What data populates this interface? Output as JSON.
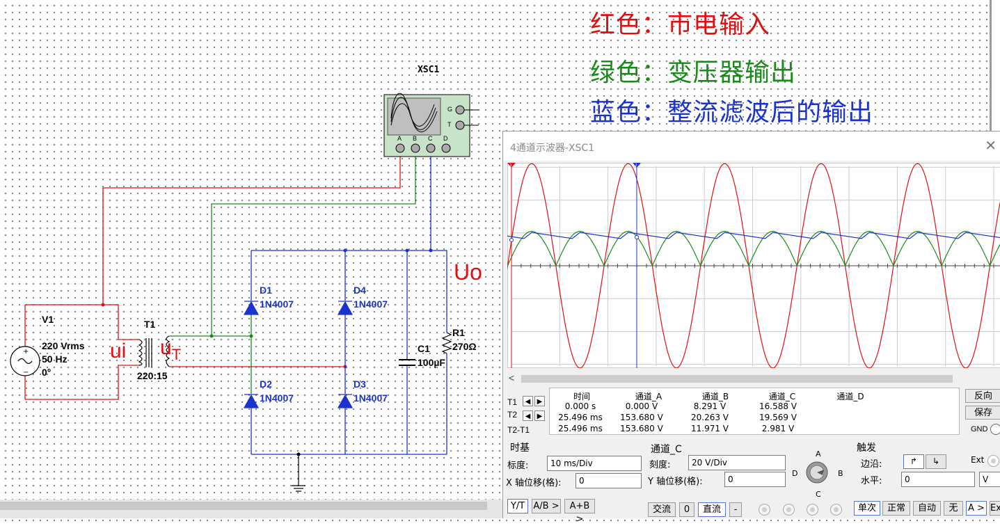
{
  "legend": {
    "red": "红色：市电输入",
    "green": "绿色：变压器输出",
    "blue": "蓝色：整流滤波后的输出",
    "red_color": "#e01010",
    "green_color": "#1a8a1a",
    "blue_color": "#1a33cc"
  },
  "schematic": {
    "scope_ref": "XSC1",
    "scope_ports": [
      "A",
      "B",
      "C",
      "D"
    ],
    "scope_side_ports": [
      "G",
      "T"
    ],
    "source": {
      "ref": "V1",
      "value": "220 Vrms",
      "freq": "50 Hz",
      "phase": "0°"
    },
    "transformer": {
      "ref": "T1",
      "ratio": "220:15"
    },
    "diodes": [
      {
        "ref": "D1",
        "part": "1N4007"
      },
      {
        "ref": "D4",
        "part": "1N4007"
      },
      {
        "ref": "D2",
        "part": "1N4007"
      },
      {
        "ref": "D3",
        "part": "1N4007"
      }
    ],
    "capacitor": {
      "ref": "C1",
      "value": "100µF"
    },
    "resistor": {
      "ref": "R1",
      "value": "270Ω"
    },
    "label_ui": "ui",
    "label_ut_main": "u",
    "label_ut_sub": "T",
    "label_uo": "Uo"
  },
  "scope": {
    "title": "4通道示波器-XSC1",
    "close_icon": "close-icon",
    "cursor_markers": [
      "1",
      "2"
    ],
    "table": {
      "headers": [
        "时间",
        "通道_A",
        "通道_B",
        "通道_C",
        "通道_D"
      ],
      "row_labels": [
        "T1",
        "T2",
        "T2-T1"
      ],
      "rows": [
        [
          "0.000 s",
          "0.000 V",
          "8.291 V",
          "16.588 V",
          ""
        ],
        [
          "25.496 ms",
          "153.680 V",
          "20.263 V",
          "19.569 V",
          ""
        ],
        [
          "25.496 ms",
          "153.680 V",
          "11.971 V",
          "2.981 V",
          ""
        ]
      ]
    },
    "side_buttons": {
      "reverse": "反向",
      "save": "保存",
      "gnd": "GND"
    },
    "timebase": {
      "title": "时基",
      "scale_label": "标度:",
      "scale_value": "10 ms/Div",
      "xpos_label": "X 轴位移(格):",
      "xpos_value": "0",
      "modes": [
        "Y/T",
        "A/B >",
        "A+B >"
      ]
    },
    "channel": {
      "title": "通道_C",
      "scale_label": "刻度:",
      "scale_value": "20  V/Div",
      "ypos_label": "Y 轴位移(格):",
      "ypos_value": "0",
      "coupling": [
        "交流",
        "0",
        "直流",
        "-"
      ],
      "knob_labels": [
        "A",
        "B",
        "C",
        "D"
      ]
    },
    "trigger": {
      "title": "触发",
      "edge_label": "边沿:",
      "ext_label": "Ext",
      "level_label": "水平:",
      "level_value": "0",
      "level_unit": "V",
      "modes": [
        "单次",
        "正常",
        "自动",
        "无",
        "A >",
        "Ext"
      ]
    }
  },
  "waveforms": {
    "time_per_div_ms": 10,
    "period_ms": 20,
    "red_peak_volts": 311,
    "red_volts_per_div_display": 100,
    "green_peak_volts": 21,
    "green_volts_per_div_display": 20,
    "blue_max_volts": 20.3,
    "blue_min_volts": 16.6
  }
}
